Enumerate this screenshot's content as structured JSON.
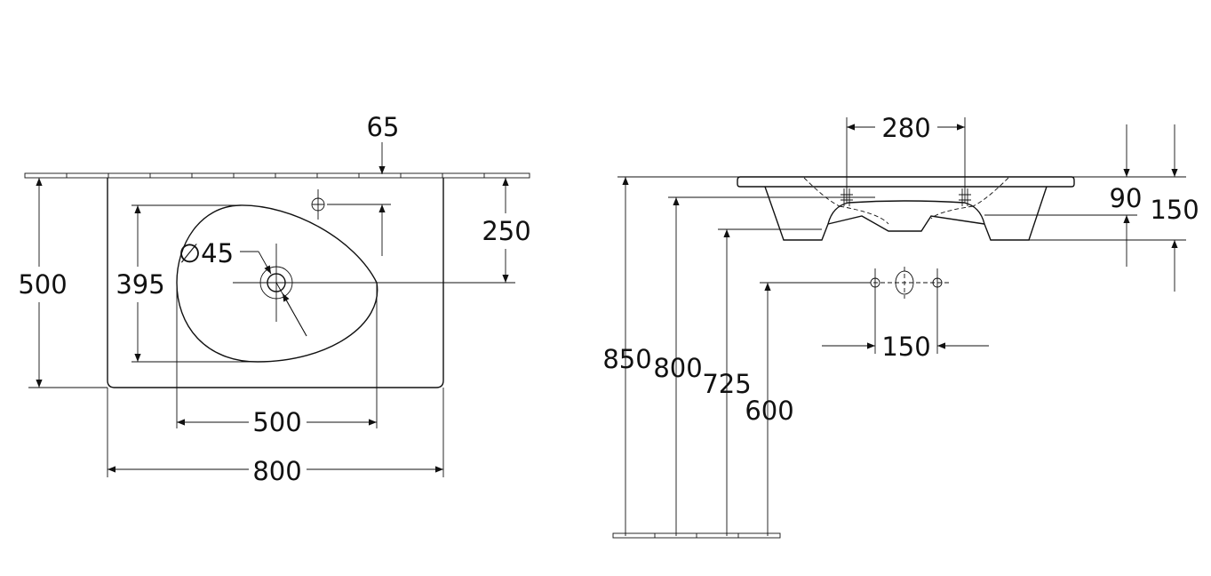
{
  "top_view": {
    "dimensions": {
      "depth_total": "500",
      "bowl_depth": "395",
      "drain_offset": "250",
      "tap_offset": "65",
      "drain_diameter": "∅45",
      "bowl_width": "500",
      "total_width": "800"
    }
  },
  "side_view": {
    "dimensions": {
      "tap_hole_spacing": "280",
      "height_850": "850",
      "height_800": "800",
      "height_725": "725",
      "height_600": "600",
      "depth_90": "90",
      "depth_150": "150",
      "connection_spacing": "150"
    }
  }
}
